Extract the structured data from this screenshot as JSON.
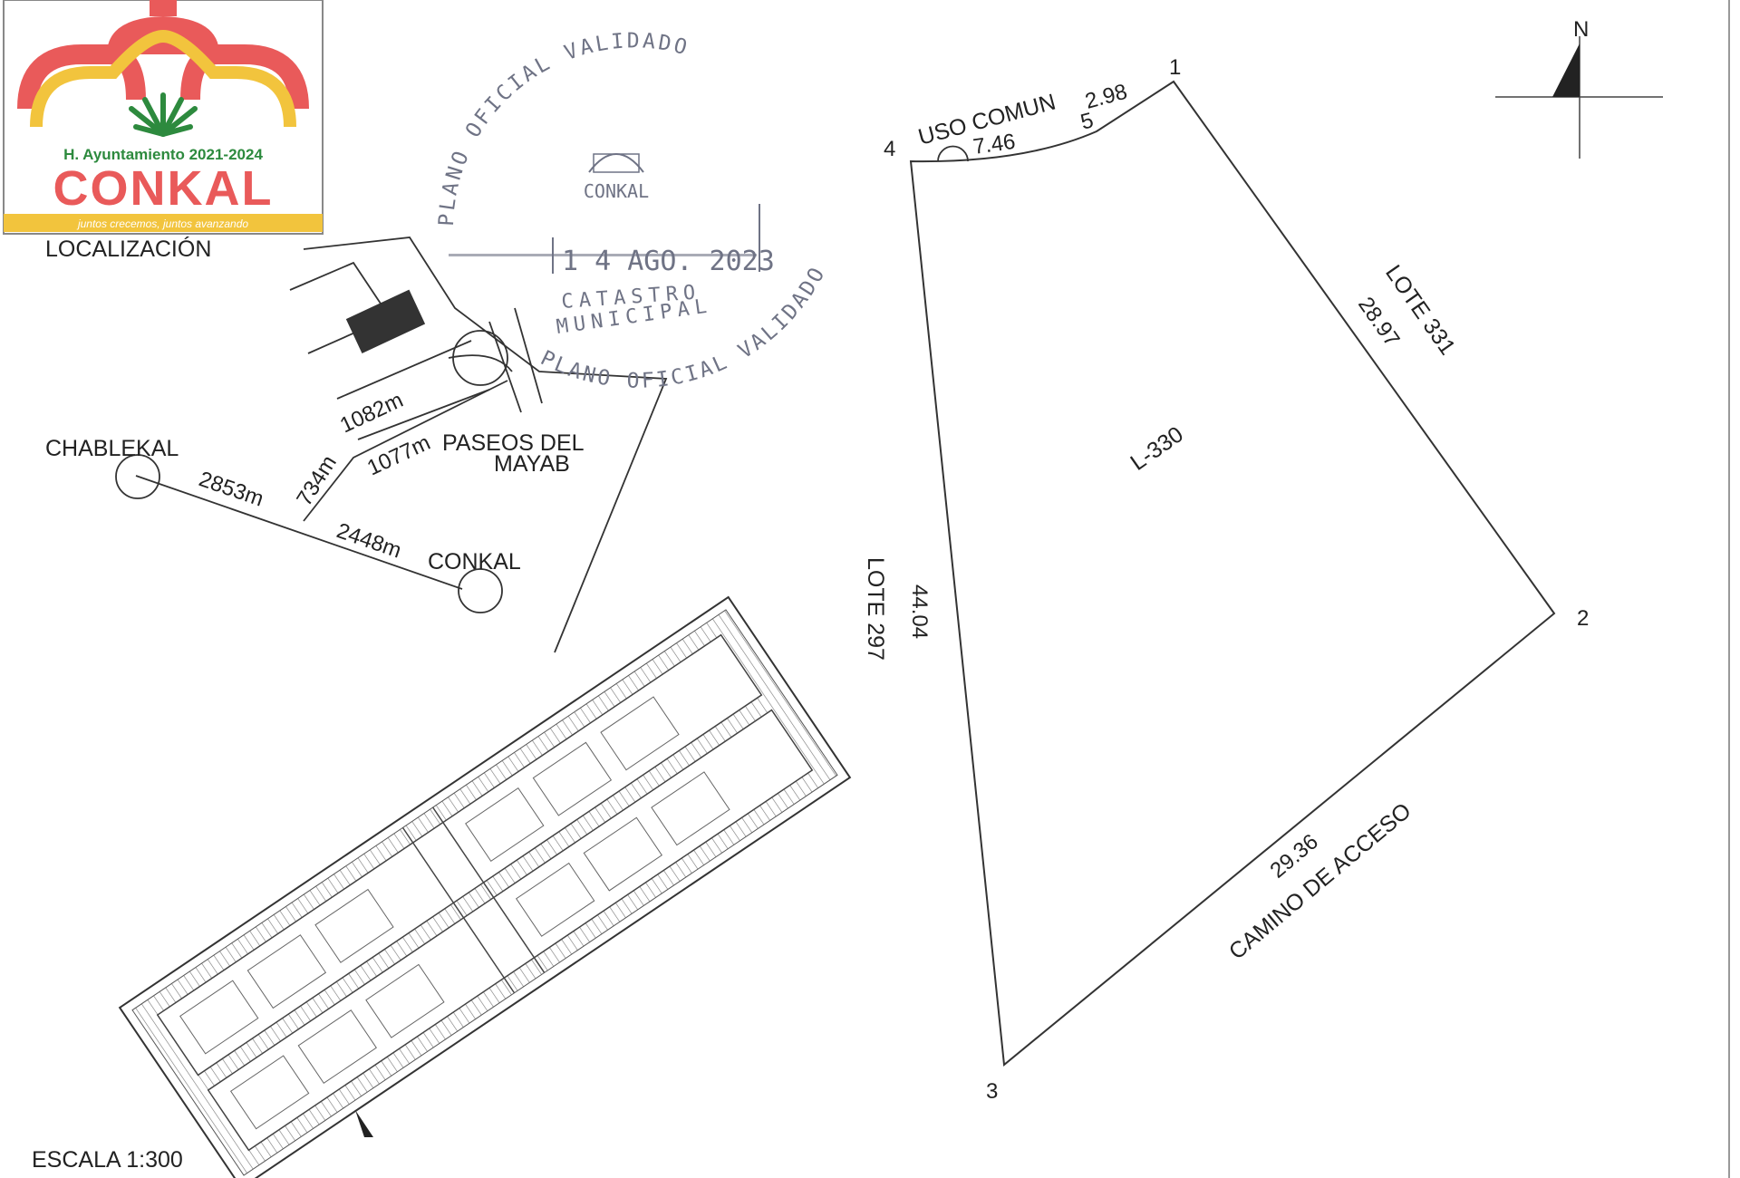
{
  "logo": {
    "title": "H. Ayuntamiento 2021-2024",
    "name": "CONKAL",
    "slogan": "juntos crecemos, juntos avanzando"
  },
  "location_panel": {
    "title": "LOCALIZACIÓN",
    "places": [
      "CHABLEKAL",
      "CONKAL"
    ],
    "development": [
      "PASEOS DEL",
      "MAYAB"
    ],
    "distances": [
      "2853m",
      "2448m",
      "734m",
      "1082m",
      "1077m"
    ]
  },
  "stamp": {
    "outer_top": "PLANO OFICIAL VALIDADO",
    "outer_bottom": "PLANO OFICIAL VALIDADO",
    "date": "1 4 AGO. 2023",
    "line1": "CATASTRO",
    "line2": "MUNICIPAL",
    "inner_logo": "CONKAL"
  },
  "lot": {
    "id": "L-330",
    "vertices": [
      "1",
      "2",
      "3",
      "4",
      "5"
    ],
    "common_area": "USO COMUN",
    "arc_length": "7.46",
    "segment_5_1": "2.98",
    "side_north_east": {
      "neighbor": "LOTE 331",
      "length": "28.97"
    },
    "side_south_east": {
      "neighbor": "CAMINO DE ACCESO",
      "length": "29.36"
    },
    "side_west": {
      "neighbor": "LOTE 297",
      "length": "44.04"
    }
  },
  "north": "N",
  "scale": "ESCALA 1:300",
  "colors": {
    "logo_red": "#e95a5a",
    "logo_yellow": "#f2c43d",
    "logo_green": "#2d8a3e",
    "stamp": "#6f7385"
  }
}
